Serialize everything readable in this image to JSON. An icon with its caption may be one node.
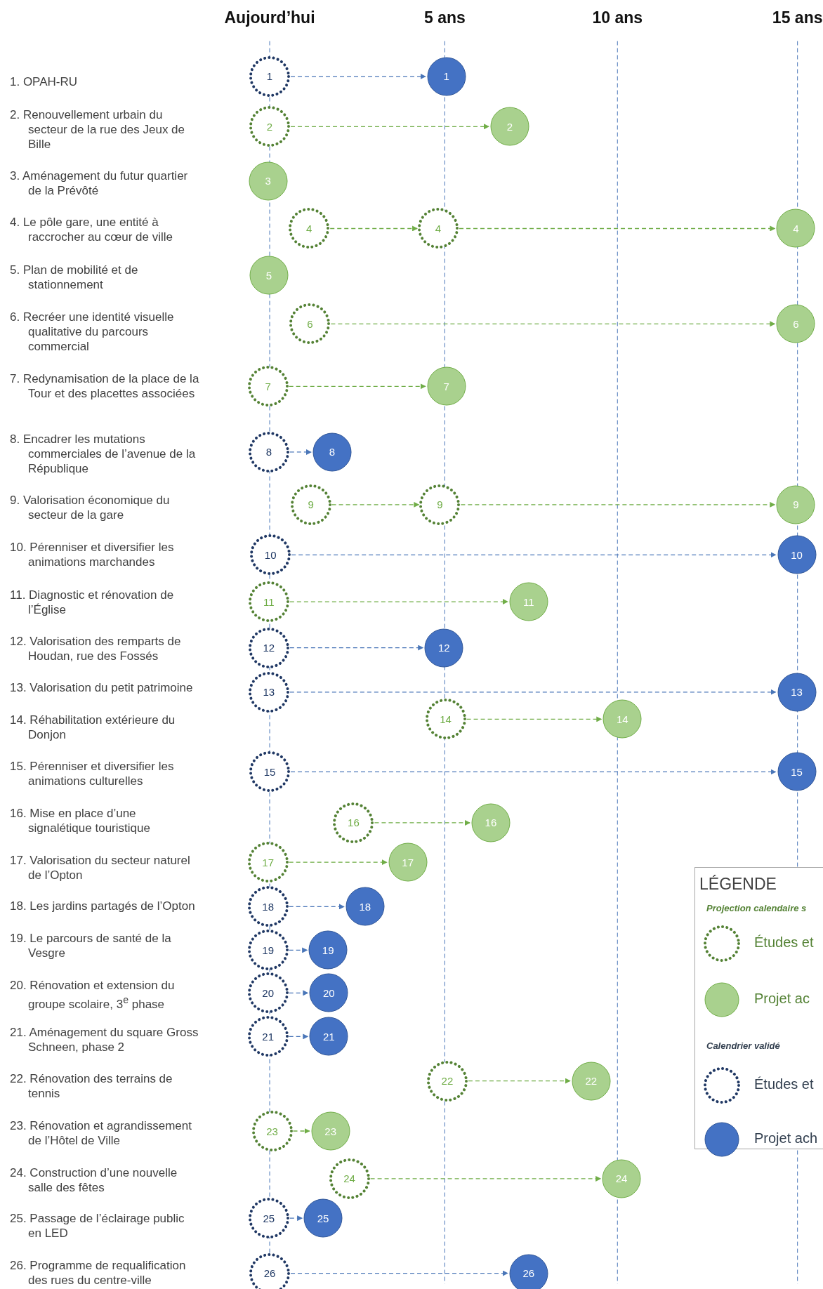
{
  "diagram": {
    "nodes": [
      {
        "text": [
          "1"
        ]
      },
      {
        "text": [
          "1"
        ]
      },
      {
        "text": [
          "2"
        ]
      },
      {
        "text": [
          "2"
        ]
      },
      {
        "text": [
          "3"
        ]
      },
      {
        "text": [
          "4"
        ]
      },
      {
        "text": [
          "4"
        ]
      },
      {
        "text": [
          "4"
        ]
      },
      {
        "text": [
          "5"
        ]
      },
      {
        "text": [
          "6"
        ]
      },
      {
        "text": [
          "6"
        ]
      },
      {
        "text": [
          "7"
        ]
      },
      {
        "text": [
          "7"
        ]
      },
      {
        "text": [
          "8"
        ]
      },
      {
        "text": [
          "8"
        ]
      },
      {
        "text": [
          "9"
        ]
      },
      {
        "text": [
          "9"
        ]
      },
      {
        "text": [
          "9"
        ]
      },
      {
        "text": [
          "10"
        ]
      },
      {
        "text": [
          "10"
        ]
      },
      {
        "text": [
          "11"
        ]
      },
      {
        "text": [
          "11"
        ]
      },
      {
        "text": [
          "12"
        ]
      },
      {
        "text": [
          "12"
        ]
      },
      {
        "text": [
          "13"
        ]
      },
      {
        "text": [
          "13"
        ]
      },
      {
        "text": [
          "14"
        ]
      },
      {
        "text": [
          "14"
        ]
      },
      {
        "text": [
          "15"
        ]
      },
      {
        "text": [
          "15"
        ]
      },
      {
        "text": [
          "16"
        ]
      },
      {
        "text": [
          "16"
        ]
      },
      {
        "text": [
          "17"
        ]
      },
      {
        "text": [
          "17"
        ]
      },
      {
        "text": [
          "18"
        ]
      },
      {
        "text": [
          "18"
        ]
      },
      {
        "text": [
          "19"
        ]
      },
      {
        "text": [
          "19"
        ]
      },
      {
        "text": [
          "20"
        ]
      },
      {
        "text": [
          "20"
        ]
      },
      {
        "text": [
          "21"
        ]
      },
      {
        "text": [
          "21"
        ]
      },
      {
        "text": [
          "22"
        ]
      },
      {
        "text": [
          "22"
        ]
      },
      {
        "text": [
          "23"
        ]
      },
      {
        "text": [
          "23"
        ]
      },
      {
        "text": [
          "24"
        ]
      },
      {
        "text": [
          "24"
        ]
      },
      {
        "text": [
          "25"
        ]
      },
      {
        "text": [
          "25"
        ]
      },
      {
        "text": [
          "26"
        ]
      },
      {
        "text": [
          "26"
        ]
      }
    ],
    "edges": [
      {
        "from": 0,
        "to": 1,
        "arrow": "to",
        "color": "#4a76b8"
      },
      {
        "from": 2,
        "to": 3,
        "arrow": "to"
      },
      {
        "from": 5,
        "to": 6,
        "arrow": "to"
      },
      {
        "from": 6,
        "to": 7,
        "arrow": "to"
      },
      {
        "from": 9,
        "to": 10,
        "arrow": "to"
      },
      {
        "from": 11,
        "to": 12,
        "arrow": "to"
      },
      {
        "from": 13,
        "to": 14,
        "arrow": "to",
        "color": "#4a76b8"
      },
      {
        "from": 15,
        "to": 16,
        "arrow": "to"
      },
      {
        "from": 16,
        "to": 17,
        "arrow": "to"
      },
      {
        "from": 18,
        "to": 19,
        "arrow": "to",
        "color": "#4a76b8"
      },
      {
        "from": 20,
        "to": 21,
        "arrow": "to"
      },
      {
        "from": 22,
        "to": 23,
        "arrow": "to",
        "color": "#4a76b8"
      },
      {
        "from": 24,
        "to": 25,
        "arrow": "to",
        "color": "#4a76b8"
      },
      {
        "from": 26,
        "to": 27,
        "arrow": "to"
      },
      {
        "from": 28,
        "to": 29,
        "arrow": "to",
        "color": "#4a76b8"
      },
      {
        "from": 30,
        "to": 31,
        "arrow": "to"
      },
      {
        "from": 32,
        "to": 33,
        "arrow": "to"
      },
      {
        "from": 34,
        "to": 35,
        "arrow": "to",
        "color": "#4a76b8"
      },
      {
        "from": 36,
        "to": 37,
        "arrow": "to",
        "color": "#4a76b8"
      },
      {
        "from": 38,
        "to": 39,
        "arrow": "to",
        "color": "#4a76b8"
      },
      {
        "from": 40,
        "to": 41,
        "arrow": "to",
        "color": "#4a76b8"
      },
      {
        "from": 42,
        "to": 43,
        "arrow": "to"
      },
      {
        "from": 44,
        "to": 45,
        "arrow": "to"
      },
      {
        "from": 46,
        "to": 47,
        "arrow": "to"
      },
      {
        "from": 48,
        "to": 49,
        "arrow": "to",
        "color": "#4a76b8"
      },
      {
        "from": 50,
        "to": 51,
        "arrow": "to",
        "color": "#4a76b8"
      }
    ],
    "labels": [
      "Aujourd’hui",
      "5 ans",
      "10 ans",
      "15 ans",
      "1. OPAH-RU",
      "2. Renouvellement urbain du secteur de la rue des Jeux de Bille",
      "3. Aménagement du futur quartier de la Prévôté",
      "4. Le pôle gare, une entité à raccrocher au cœur de ville",
      "5. Plan de mobilité et de stationnement",
      "6. Recréer une identité visuelle qualitative du parcours commercial",
      "7. Redynamisation de la place de la Tour et des placettes associées",
      "8. Encadrer les mutations commerciales de l’avenue de la République",
      "9. Valorisation économique du secteur de la gare",
      "10. Pérenniser et diversifier les animations marchandes",
      "11. Diagnostic et rénovation de l’Église",
      "12. Valorisation des remparts de Houdan, rue des Fossés",
      "13. Valorisation du petit patrimoine",
      "14. Réhabilitation extérieure du Donjon",
      "15. Pérenniser et diversifier les animations culturelles",
      "16. Mise en place d’une signalétique touristique",
      "17. Valorisation du secteur naturel de l’Opton",
      "18. Les jardins partagés de l’Opton",
      "19. Le parcours de santé de la Vesgre",
      "20. Rénovation et extension du groupe scolaire, 3$^{e}$ phase",
      "21. Aménagement du square Gross Schneen, phase 2",
      "22. Rénovation des terrains de tennis",
      "23. Rénovation et agrandissement de l’Hôtel de Ville",
      "24. Construction d’une nouvelle salle des fêtes",
      "25. Passage de l’éclairage public en LED",
      "26. Programme de requalification des rues du centre-ville",
      "LÉGENDE",
      "Projection calendaire s",
      "Calendrier validé"
    ],
    "legend": [
      {
        "text": "Études et"
      },
      {
        "text": "Projet ac",
        "color": "#a9d18e"
      },
      {
        "text": "Études et"
      },
      {
        "text": "Projet ach",
        "color": "#4472c4"
      }
    ]
  }
}
